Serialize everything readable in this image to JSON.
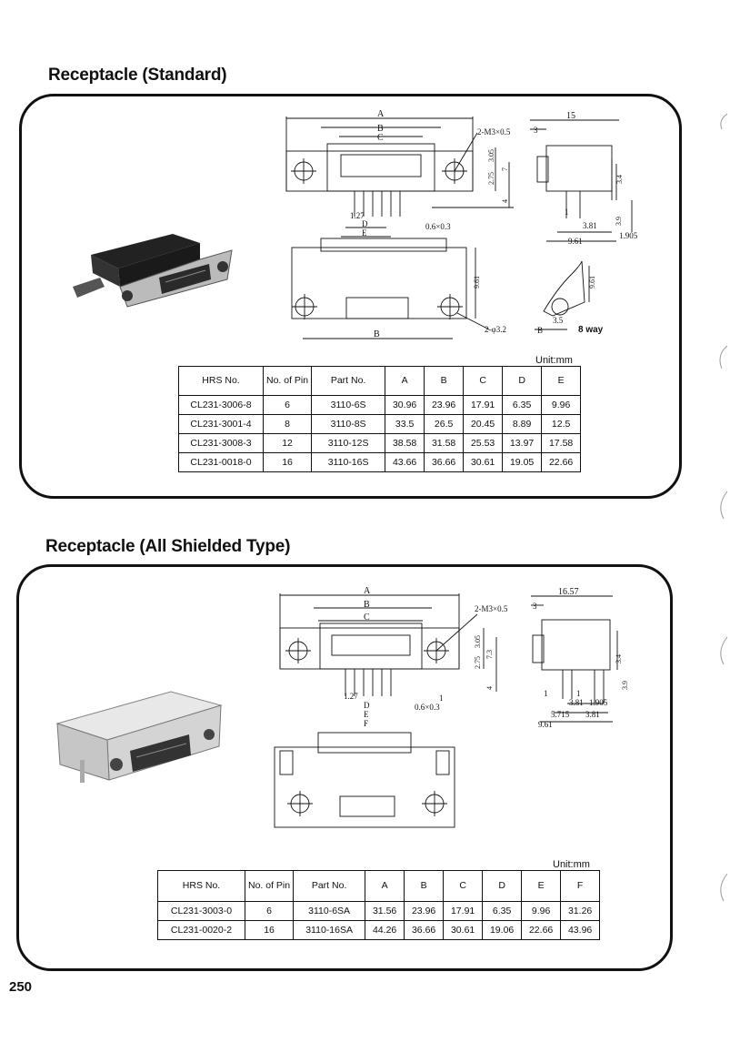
{
  "sections": [
    {
      "title": "Receptacle (Standard)",
      "unit": "Unit:mm",
      "dims_front": [
        "A",
        "B",
        "C",
        "2-M3×0.5",
        "3.05",
        "2.75",
        "7",
        "4",
        "1.27",
        "D",
        "E",
        "0.6×0.3"
      ],
      "dims_side": [
        "15",
        "3",
        "3.4",
        "1",
        "3.81",
        "3.9",
        "9.61",
        "1.905"
      ],
      "dims_bottom": [
        "9.61",
        "B",
        "2-φ3.2"
      ],
      "dims_detail": [
        "9.61",
        "3.5",
        "B",
        "8 way"
      ],
      "table": {
        "headers": [
          "HRS No.",
          "No. of Pin",
          "Part No.",
          "A",
          "B",
          "C",
          "D",
          "E"
        ],
        "rows": [
          [
            "CL231-3006-8",
            "6",
            "3110-6S",
            "30.96",
            "23.96",
            "17.91",
            "6.35",
            "9.96"
          ],
          [
            "CL231-3001-4",
            "8",
            "3110-8S",
            "33.5",
            "26.5",
            "20.45",
            "8.89",
            "12.5"
          ],
          [
            "CL231-3008-3",
            "12",
            "3110-12S",
            "38.58",
            "31.58",
            "25.53",
            "13.97",
            "17.58"
          ],
          [
            "CL231-0018-0",
            "16",
            "3110-16S",
            "43.66",
            "36.66",
            "30.61",
            "19.05",
            "22.66"
          ]
        ]
      }
    },
    {
      "title": "Receptacle (All Shielded Type)",
      "unit": "Unit:mm",
      "dims_front": [
        "A",
        "B",
        "C",
        "2-M3×0.5",
        "3.05",
        "2.75",
        "7.3",
        "4",
        "1.27",
        "D",
        "E",
        "F",
        "0.6×0.3",
        "1"
      ],
      "dims_side": [
        "16.57",
        "3",
        "3.4",
        "3.9",
        "1",
        "1",
        "3.81",
        "1.905",
        "5.715",
        "3.81",
        "9.61"
      ],
      "table": {
        "headers": [
          "HRS No.",
          "No. of Pin",
          "Part No.",
          "A",
          "B",
          "C",
          "D",
          "E",
          "F"
        ],
        "rows": [
          [
            "CL231-3003-0",
            "6",
            "3110-6SA",
            "31.56",
            "23.96",
            "17.91",
            "6.35",
            "9.96",
            "31.26"
          ],
          [
            "CL231-0020-2",
            "16",
            "3110-16SA",
            "44.26",
            "36.66",
            "30.61",
            "19.06",
            "22.66",
            "43.96"
          ]
        ]
      }
    }
  ],
  "page_number": "250"
}
